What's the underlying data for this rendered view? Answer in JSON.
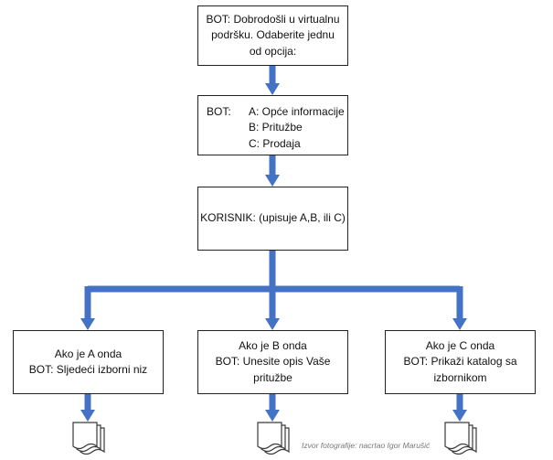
{
  "colors": {
    "connector": "#4472c4",
    "border": "#222222",
    "doc_fill": "#ffffff"
  },
  "welcome_box": {
    "lines": [
      "BOT: Dobrodošli u virtualnu",
      "podršku. Odaberite jednu",
      "od opcija:"
    ]
  },
  "menu_box": {
    "prefix": "BOT:",
    "options": [
      "A: Opće informacije",
      "B: Pritužbe",
      "C: Prodaja"
    ]
  },
  "user_box": {
    "text": "KORISNIK: (upisuje A,B, ili C)"
  },
  "branches": [
    {
      "lines": [
        "Ako je A onda",
        "BOT: Sljedeći izborni niz"
      ]
    },
    {
      "lines": [
        "Ako je B onda",
        "BOT: Unesite opis Vaše",
        "pritužbe"
      ]
    },
    {
      "lines": [
        "Ako je C onda",
        "BOT: Prikaži katalog sa",
        "izbornikom"
      ]
    }
  ],
  "document_icon": "stacked-documents-icon",
  "credit": "Izvor fotografije: nacrtao Igor Marušić"
}
